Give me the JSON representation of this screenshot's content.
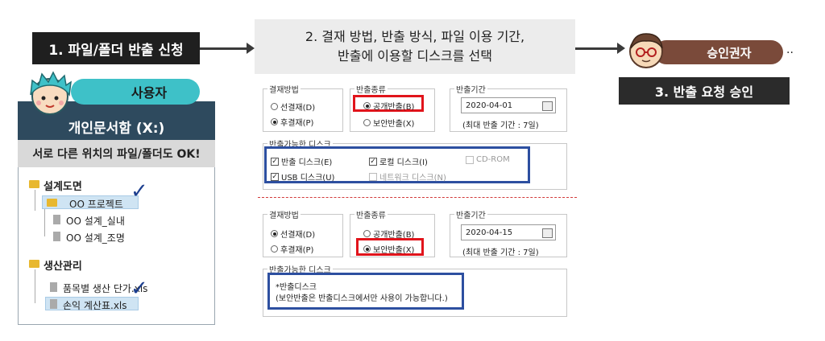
{
  "steps": {
    "step1": "1. 파일/폴더 반출 신청",
    "step2_line1": "2. 결재 방법, 반출 방식, 파일 이용 기간,",
    "step2_line2": "반출에 이용할 디스크를 선택",
    "step3": "3. 반출 요청 승인"
  },
  "roles": {
    "user": "사용자",
    "approver": "승인권자",
    "approver_dots": "··"
  },
  "explorer": {
    "title": "개인문서함 (X:)",
    "subtitle": "서로 다른 위치의 파일/폴더도 OK!",
    "folder1": "설계도면",
    "folder1_child": "OO 프로젝트",
    "file1": "OO 설계_실내",
    "file2": "OO 설계_조명",
    "folder2": "생산관리",
    "file3": "품목별 생산 단가.xls",
    "file4": "손익 계산표.xls"
  },
  "form1": {
    "payment_legend": "결재방법",
    "pay_pre": "선결재(D)",
    "pay_post": "후결재(P)",
    "type_legend": "반출종류",
    "type_public": "공개반출(B)",
    "type_secure": "보안반출(X)",
    "period_legend": "반출기간",
    "date": "2020-04-01",
    "max_period": "(최대 반출 기간 : 7일)",
    "disk_legend": "반출가능한 디스크",
    "disk_export": "반출 디스크(E)",
    "disk_local": "로컬 디스크(I)",
    "disk_cdrom": "CD-ROM",
    "disk_usb": "USB 디스크(U)",
    "disk_network": "네트워크 디스크(N)"
  },
  "form2": {
    "payment_legend": "결재방법",
    "pay_pre": "선결재(D)",
    "pay_post": "후결재(P)",
    "type_legend": "반출종류",
    "type_public": "공개반출(B)",
    "type_secure": "보안반출(X)",
    "period_legend": "반출기간",
    "date": "2020-04-15",
    "max_period": "(최대 반출 기간 : 7일)",
    "disk_legend": "반출가능한 디스크",
    "disk_line1": "*반출디스크",
    "disk_line2": "(보안반출은 반출디스크에서만 사용이 가능합니다.)"
  },
  "colors": {
    "user_badge": "#3ec1c8",
    "approver_badge": "#7a4a3a",
    "highlight_red": "#e1141b",
    "highlight_blue": "#2d4fa0"
  }
}
